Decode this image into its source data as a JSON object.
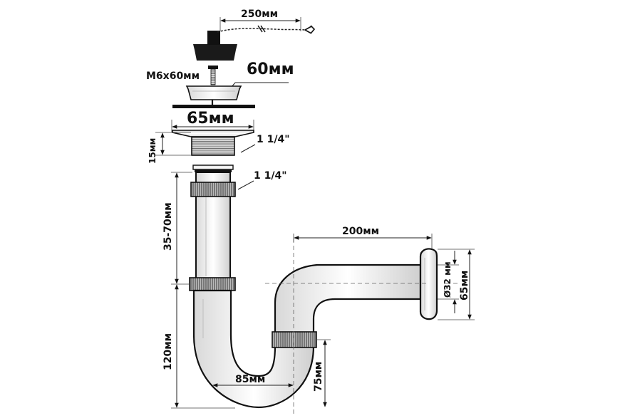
{
  "labels": {
    "chain_length": "250мм",
    "screw": "M6x60мм",
    "grate_diameter": "60мм",
    "flange_diameter": "65мм",
    "flange_height": "15мм",
    "outlet_thread": "1 1/4\"",
    "tube_thread": "1 1/4\"",
    "tube_length": "35-70мм",
    "trap_height": "120мм",
    "trap_width": "85мм",
    "trap_depth": "75мм",
    "outlet_length": "200мм",
    "outlet_diameter": "Ø32 мм",
    "wall_flange_diameter": "65мм"
  }
}
